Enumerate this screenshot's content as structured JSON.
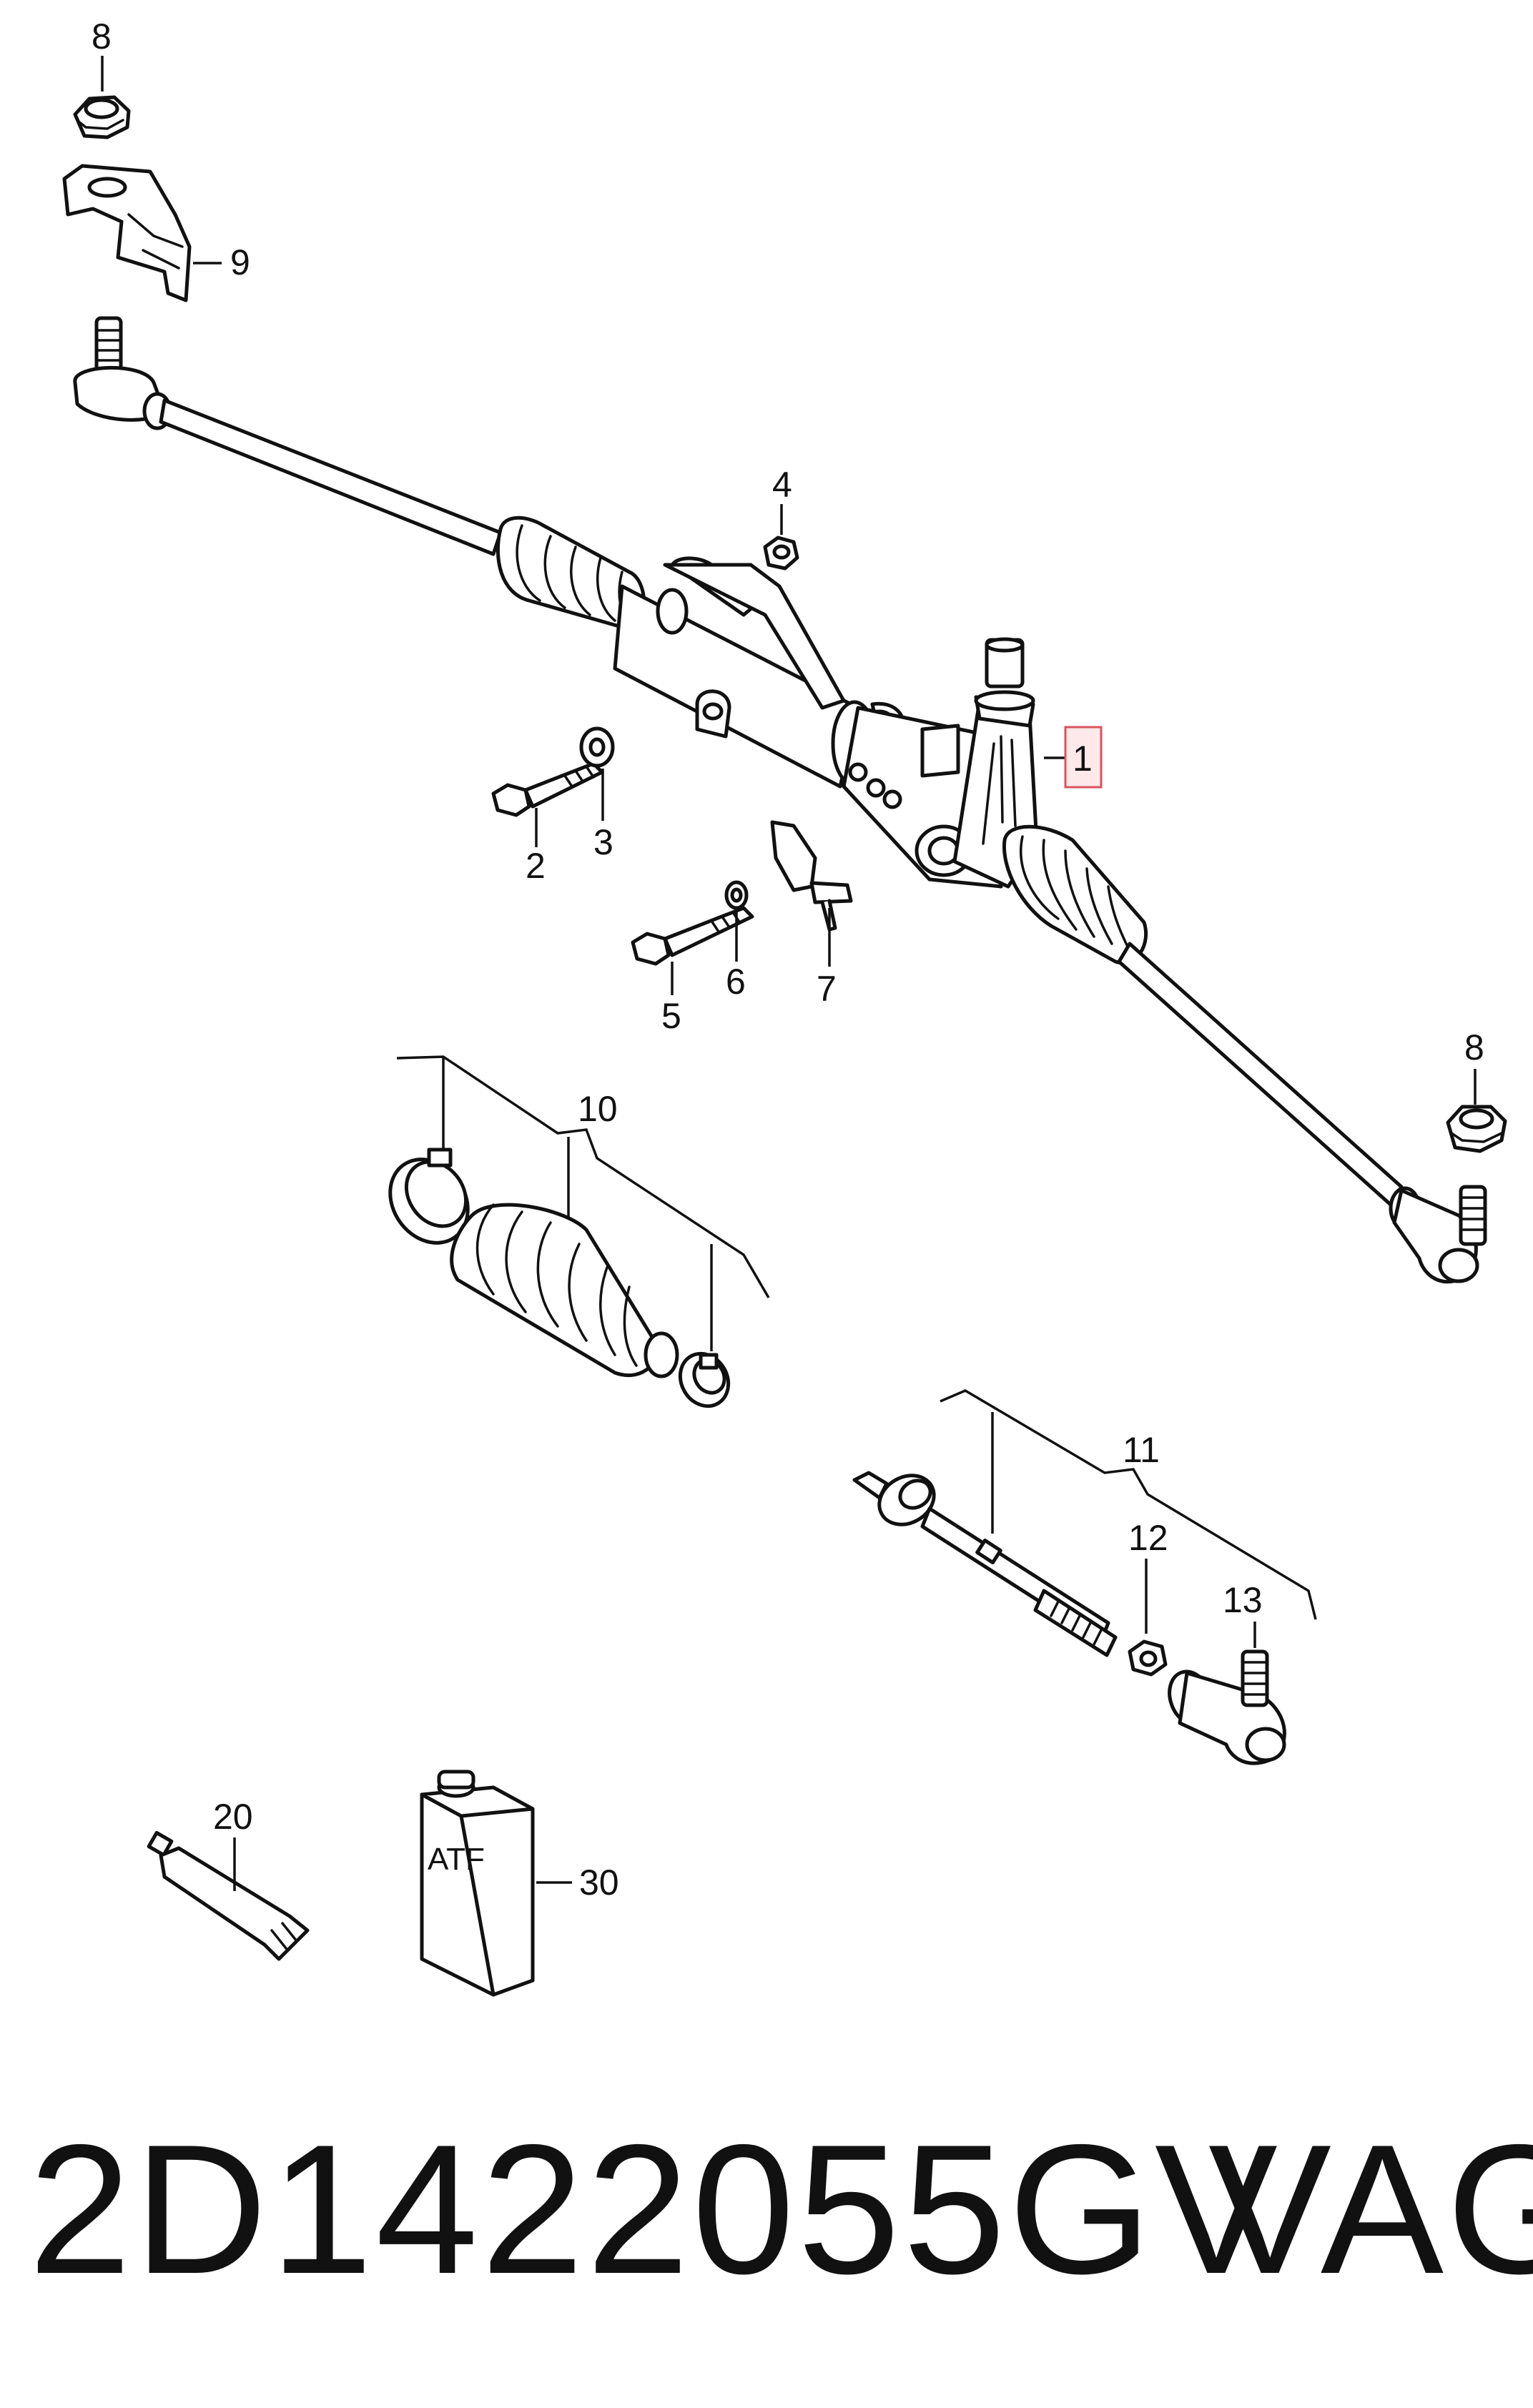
{
  "callouts": {
    "c1": "1",
    "c2": "2",
    "c3": "3",
    "c4": "4",
    "c5": "5",
    "c6": "6",
    "c7": "7",
    "c8a": "8",
    "c8b": "8",
    "c9": "9",
    "c10": "10",
    "c11": "11",
    "c12": "12",
    "c13": "13",
    "c20": "20",
    "c30": "30"
  },
  "labels": {
    "atf": "ATF"
  },
  "footer": {
    "part_number": "2D1422055GV",
    "brand": "VAG"
  },
  "colors": {
    "highlight_fill": "#fde8ea",
    "highlight_stroke": "#d9535f",
    "line": "#111111"
  }
}
